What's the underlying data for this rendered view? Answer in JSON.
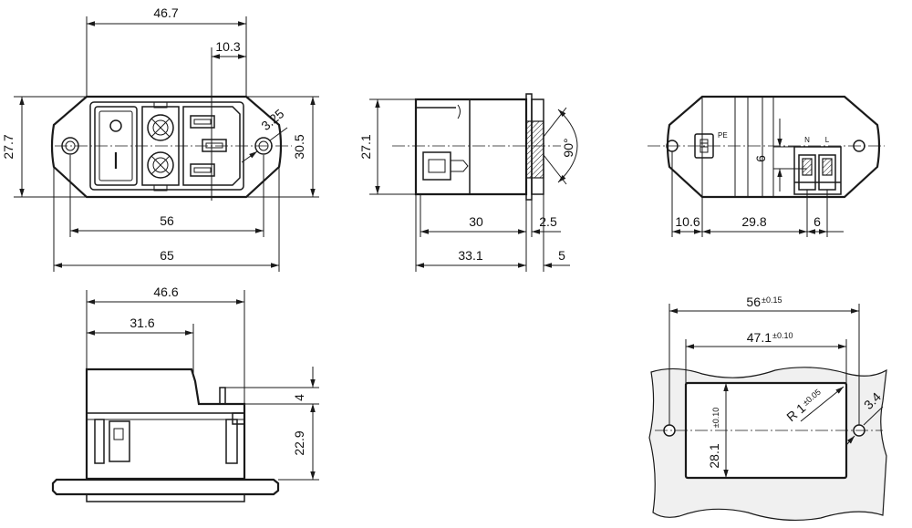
{
  "front_view": {
    "dim_top": "46.7",
    "dim_inner": "10.3",
    "dim_radius": "3.25",
    "dim_height_left": "27.7",
    "dim_height_right": "30.5",
    "dim_hole_spacing": "56",
    "dim_overall_width": "65"
  },
  "side_view": {
    "dim_height": "27.1",
    "dim_angle": "90°",
    "dim_body": "30",
    "dim_flange": "2.5",
    "dim_overall": "33.1",
    "dim_offset": "5"
  },
  "rear_view": {
    "label_pe": "PE",
    "label_n": "N",
    "label_l": "L",
    "dim_terminal_gap": "6",
    "dim_left": "10.6",
    "dim_mid": "29.8",
    "dim_right": "6"
  },
  "bottom_view": {
    "dim_width": "46.6",
    "dim_step": "31.6",
    "dim_pin": "4",
    "dim_depth": "22.9"
  },
  "cutout": {
    "dim_hole_spacing": "56",
    "tol_hole_spacing": "±0.15",
    "dim_width": "47.1",
    "tol_width": "±0.10",
    "dim_height": "28.1",
    "tol_height": "±0.10",
    "dim_radius": "R 1",
    "tol_radius": "±0.05",
    "dim_hole": "3.4"
  },
  "colors": {
    "line": "#1a1a1a",
    "panel": "#f0f0f0"
  }
}
